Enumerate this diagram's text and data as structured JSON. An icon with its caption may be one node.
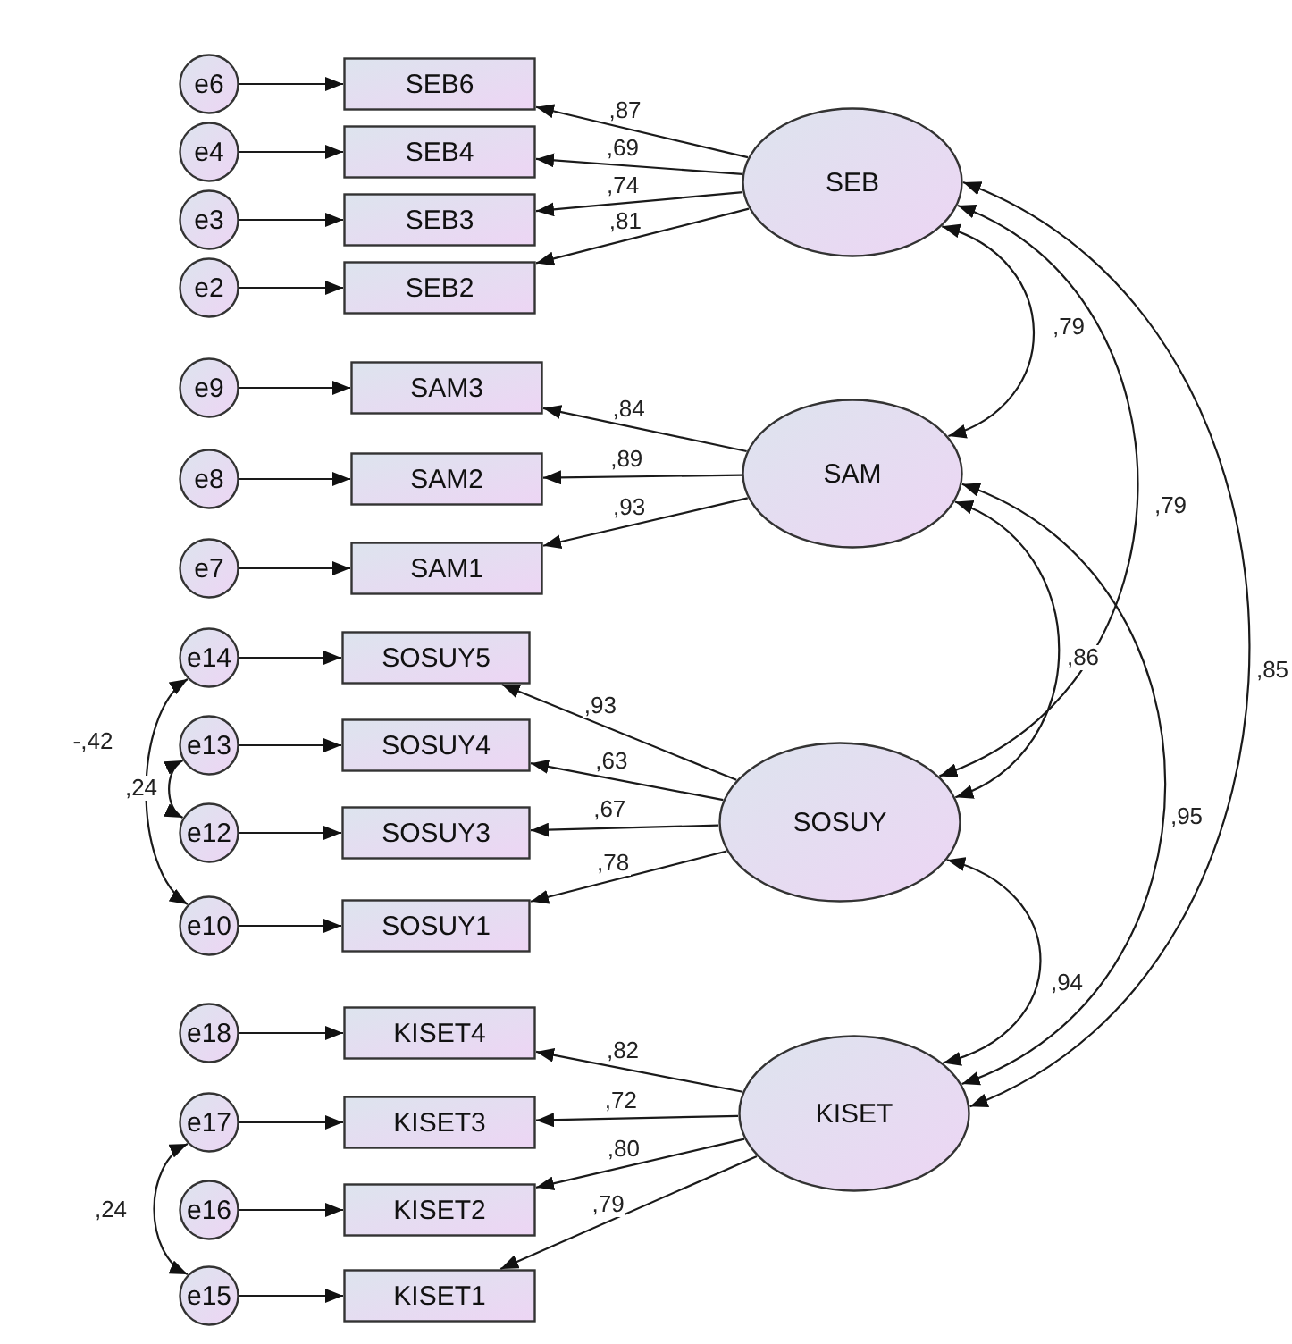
{
  "diagram": {
    "nodes": [
      {
        "text": [
          "e6"
        ]
      },
      {
        "text": [
          "SEB6"
        ]
      },
      {
        "text": [
          "e4"
        ]
      },
      {
        "text": [
          "SEB4"
        ]
      },
      {
        "text": [
          "e3"
        ]
      },
      {
        "text": [
          "SEB3"
        ]
      },
      {
        "text": [
          "e2"
        ]
      },
      {
        "text": [
          "SEB2"
        ]
      },
      {
        "text": [
          "SEB"
        ]
      },
      {
        "text": [
          "e9"
        ]
      },
      {
        "text": [
          "SAM3"
        ]
      },
      {
        "text": [
          "e8"
        ]
      },
      {
        "text": [
          "SAM2"
        ]
      },
      {
        "text": [
          "e7"
        ]
      },
      {
        "text": [
          "SAM1"
        ]
      },
      {
        "text": [
          "SAM"
        ]
      },
      {
        "text": [
          "e14"
        ]
      },
      {
        "text": [
          "SOSUY5"
        ]
      },
      {
        "text": [
          "e13"
        ]
      },
      {
        "text": [
          "SOSUY4"
        ]
      },
      {
        "text": [
          "e12"
        ]
      },
      {
        "text": [
          "SOSUY3"
        ]
      },
      {
        "text": [
          "e10"
        ]
      },
      {
        "text": [
          "SOSUY1"
        ]
      },
      {
        "text": [
          "SOSUY"
        ]
      },
      {
        "text": [
          "e18"
        ]
      },
      {
        "text": [
          "KISET4"
        ]
      },
      {
        "text": [
          "e17"
        ]
      },
      {
        "text": [
          "KISET3"
        ]
      },
      {
        "text": [
          "e16"
        ]
      },
      {
        "text": [
          "KISET2"
        ]
      },
      {
        "text": [
          "e15"
        ]
      },
      {
        "text": [
          "KISET1"
        ]
      },
      {
        "text": [
          "KISET"
        ]
      }
    ],
    "edges": [
      {
        "from": 0,
        "to": 1,
        "arrow": "to"
      },
      {
        "from": 2,
        "to": 3,
        "arrow": "to"
      },
      {
        "from": 4,
        "to": 5,
        "arrow": "to"
      },
      {
        "from": 6,
        "to": 7,
        "arrow": "to"
      },
      {
        "from": 8,
        "to": 1,
        "arrow": "to",
        "label": ",87"
      },
      {
        "from": 8,
        "to": 3,
        "arrow": "to",
        "label": ",69"
      },
      {
        "from": 8,
        "to": 5,
        "arrow": "to",
        "label": ",74"
      },
      {
        "from": 8,
        "to": 7,
        "arrow": "to",
        "label": ",81"
      },
      {
        "from": 9,
        "to": 10,
        "arrow": "to"
      },
      {
        "from": 11,
        "to": 12,
        "arrow": "to"
      },
      {
        "from": 13,
        "to": 14,
        "arrow": "to"
      },
      {
        "from": 15,
        "to": 10,
        "arrow": "to",
        "label": ",84"
      },
      {
        "from": 15,
        "to": 12,
        "arrow": "to",
        "label": ",89"
      },
      {
        "from": 15,
        "to": 14,
        "arrow": "to",
        "label": ",93"
      },
      {
        "from": 16,
        "to": 17,
        "arrow": "to"
      },
      {
        "from": 18,
        "to": 19,
        "arrow": "to"
      },
      {
        "from": 20,
        "to": 21,
        "arrow": "to"
      },
      {
        "from": 22,
        "to": 23,
        "arrow": "to"
      },
      {
        "from": 24,
        "to": 17,
        "arrow": "to",
        "label": ",93"
      },
      {
        "from": 24,
        "to": 19,
        "arrow": "to",
        "label": ",63"
      },
      {
        "from": 24,
        "to": 21,
        "arrow": "to",
        "label": ",67"
      },
      {
        "from": 24,
        "to": 23,
        "arrow": "to",
        "label": ",78"
      },
      {
        "from": 25,
        "to": 26,
        "arrow": "to"
      },
      {
        "from": 27,
        "to": 28,
        "arrow": "to"
      },
      {
        "from": 29,
        "to": 30,
        "arrow": "to"
      },
      {
        "from": 31,
        "to": 32,
        "arrow": "to"
      },
      {
        "from": 33,
        "to": 26,
        "arrow": "to",
        "label": ",82"
      },
      {
        "from": 33,
        "to": 28,
        "arrow": "to",
        "label": ",72"
      },
      {
        "from": 33,
        "to": 30,
        "arrow": "to",
        "label": ",80"
      },
      {
        "from": 33,
        "to": 32,
        "arrow": "to",
        "label": ",79"
      },
      {
        "from": 8,
        "to": 15,
        "arrow": "both",
        "label": ",79"
      },
      {
        "from": 8,
        "to": 24,
        "arrow": "both",
        "label": ",79"
      },
      {
        "from": 15,
        "to": 24,
        "arrow": "both",
        "label": ",86"
      },
      {
        "from": 8,
        "to": 33,
        "arrow": "both",
        "label": ",85"
      },
      {
        "from": 15,
        "to": 33,
        "arrow": "both",
        "label": ",95"
      },
      {
        "from": 24,
        "to": 33,
        "arrow": "both",
        "label": ",94"
      },
      {
        "from": 16,
        "to": 22,
        "arrow": "both",
        "label": "-,42"
      },
      {
        "from": 18,
        "to": 20,
        "arrow": "both",
        "label": ",24"
      },
      {
        "from": 27,
        "to": 31,
        "arrow": "both",
        "label": ",24"
      }
    ]
  }
}
